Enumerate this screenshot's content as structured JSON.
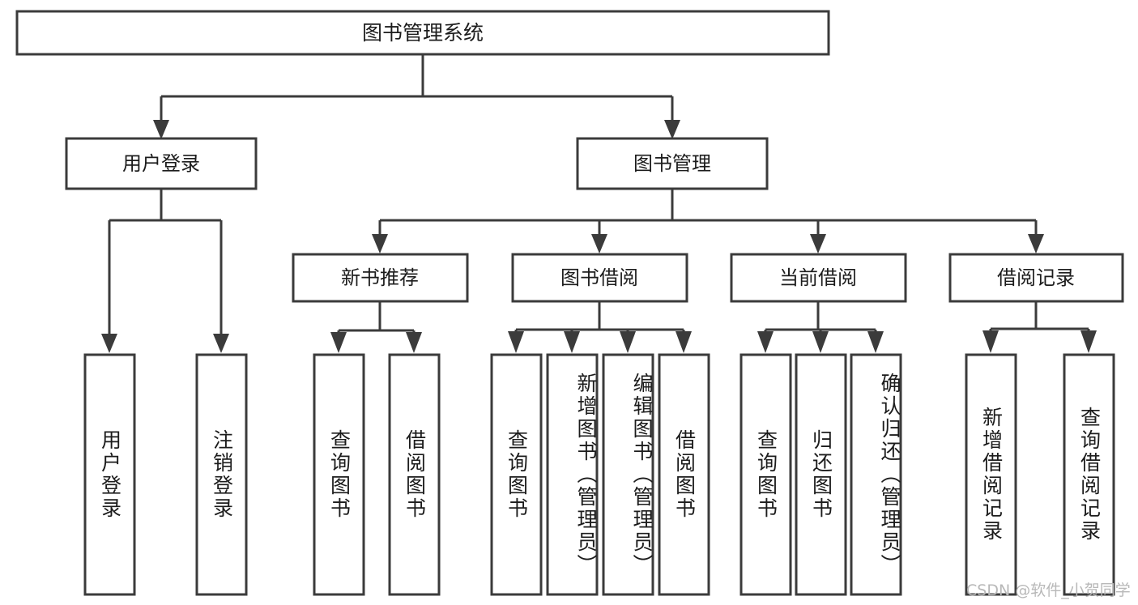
{
  "diagram": {
    "type": "tree",
    "title": "图书管理系统",
    "root": {
      "id": "root",
      "label": "图书管理系统"
    },
    "level2": [
      {
        "id": "user-login",
        "label": "用户登录"
      },
      {
        "id": "book-management",
        "label": "图书管理"
      }
    ],
    "level3": [
      {
        "id": "new-book-recommend",
        "label": "新书推荐",
        "parent": "book-management"
      },
      {
        "id": "book-borrow",
        "label": "图书借阅",
        "parent": "book-management"
      },
      {
        "id": "current-borrow",
        "label": "当前借阅",
        "parent": "book-management"
      },
      {
        "id": "borrow-record",
        "label": "借阅记录",
        "parent": "book-management"
      }
    ],
    "leaves": [
      {
        "id": "leaf-user-login",
        "label": "用户登录",
        "parent": "user-login"
      },
      {
        "id": "leaf-logout",
        "label": "注销登录",
        "parent": "user-login"
      },
      {
        "id": "leaf-query-book-1",
        "label": "查询图书",
        "parent": "new-book-recommend"
      },
      {
        "id": "leaf-borrow-book-1",
        "label": "借阅图书",
        "parent": "new-book-recommend"
      },
      {
        "id": "leaf-query-book-2",
        "label": "查询图书",
        "parent": "book-borrow"
      },
      {
        "id": "leaf-add-book",
        "label": "新增图书（管理员）",
        "parent": "book-borrow"
      },
      {
        "id": "leaf-edit-book",
        "label": "编辑图书（管理员）",
        "parent": "book-borrow"
      },
      {
        "id": "leaf-borrow-book-2",
        "label": "借阅图书",
        "parent": "book-borrow"
      },
      {
        "id": "leaf-query-book-3",
        "label": "查询图书",
        "parent": "current-borrow"
      },
      {
        "id": "leaf-return-book",
        "label": "归还图书",
        "parent": "current-borrow"
      },
      {
        "id": "leaf-confirm-return",
        "label": "确认归还（管理员）",
        "parent": "current-borrow"
      },
      {
        "id": "leaf-add-record",
        "label": "新增借阅记录",
        "parent": "borrow-record"
      },
      {
        "id": "leaf-query-record",
        "label": "查询借阅记录",
        "parent": "borrow-record"
      }
    ]
  },
  "watermark": {
    "text": "CSDN @软件_小贺同学"
  },
  "colors": {
    "stroke": "#3b3b3b",
    "fill": "#ffffff",
    "text": "#1c1c1c",
    "watermark": "#b8b8b8",
    "background": "#ffffff"
  }
}
